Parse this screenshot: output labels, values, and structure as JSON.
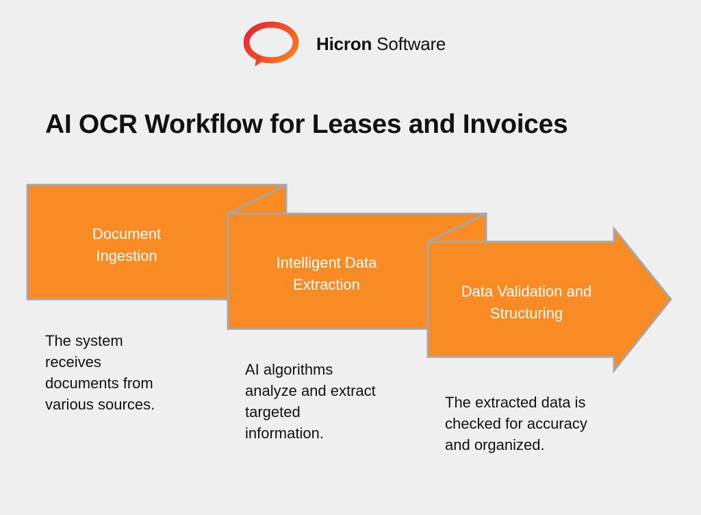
{
  "brand": {
    "name_strong": "Hicron",
    "name_light": " Software",
    "accent_colors": [
      "#e8272f",
      "#f47a20"
    ],
    "icon": "speech-bubble-logo-icon"
  },
  "title": "AI OCR Workflow for Leases and Invoices",
  "colors": {
    "background": "#efefef",
    "step_fill": "#f98b25",
    "step_border": "#a7a7a7",
    "step_text": "#ffffff",
    "body_text": "#111111"
  },
  "steps": [
    {
      "label_line1": "Document",
      "label_line2": "Ingestion",
      "desc_lines": [
        "The system",
        "receives",
        "documents from",
        "various sources."
      ]
    },
    {
      "label_line1": "Intelligent Data",
      "label_line2": "Extraction",
      "desc_lines": [
        "AI algorithms",
        "analyze and extract",
        "targeted",
        "information."
      ]
    },
    {
      "label_line1": "Data Validation and",
      "label_line2": "Structuring",
      "desc_lines": [
        "The extracted data is",
        "checked for accuracy",
        "and organized."
      ]
    }
  ]
}
